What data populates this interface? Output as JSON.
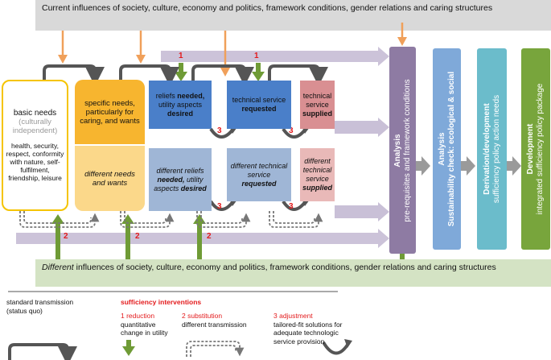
{
  "top_banner": "Current influences of society, culture, economy and politics, framework conditions, gender relations and caring structures",
  "bottom_banner_italic": "Different",
  "bottom_banner_rest": " influences of society, culture, economy and politics, framework conditions, gender relations and caring structures",
  "basic_needs": {
    "title": "basic needs",
    "subtitle": "(culturally independent)",
    "body": "health, security, respect, conformity with nature, self-fulfilment, friendship, leisure"
  },
  "specific_needs": "specific needs, particularly for caring, and wants",
  "different_needs": "different needs and wants",
  "reliefs": {
    "pre": "reliefs ",
    "b1": "needed,",
    "mid": " utility aspects ",
    "b2": "desired"
  },
  "tech_requested": {
    "pre": "technical service ",
    "b": "requested"
  },
  "tech_supplied": {
    "pre": "technical service ",
    "b": "supplied"
  },
  "diff_reliefs": {
    "pre": "different reliefs ",
    "b1": "needed,",
    "mid": " utility aspects ",
    "b2": "desired"
  },
  "diff_requested": {
    "pre": "different technical service ",
    "b": "requested"
  },
  "diff_supplied": {
    "pre": "different technical service ",
    "b": "supplied"
  },
  "analysis_pre": {
    "bold": "Analysis",
    "rest": "pre-requisites and framework conditions"
  },
  "analysis_sust": {
    "bold": "Analysis",
    "rest": "Sustainability check: ecological & social"
  },
  "derivation": {
    "bold": "Derivation/development",
    "rest": "sufficiency policy action needs"
  },
  "development": {
    "bold": "Development",
    "rest": "integrated sufficiency policy package"
  },
  "markers": {
    "one": "1",
    "two": "2",
    "three": "3"
  },
  "legend": {
    "standard": "standard transmission (status quo)",
    "title": "sufficiency interventions",
    "i1_label": "1 reduction",
    "i1_desc": "quantitative change in utility",
    "i2_label": "2 substitution",
    "i2_desc": "different transmission",
    "i3_label": "3 adjustment",
    "i3_desc": "tailored-fit solutions for adequate technologic service provision"
  },
  "colors": {
    "banner_top": "#d9d9d9",
    "banner_bottom": "#d4e3c4",
    "basic_border": "#f5c400",
    "specific": "#f7b52f",
    "different_needs": "#fbd88a",
    "blue_dark": "#4a7fc9",
    "blue_light": "#9fb6d6",
    "red_dark": "#d98f92",
    "red_light": "#e9b9b8",
    "purple": "#8e7ba3",
    "light_blue": "#7fa9d9",
    "teal": "#6bbccb",
    "green": "#78a53c",
    "orange_arrow": "#f0a05a",
    "green_arrow": "#6f9b36",
    "band": "#ccc3d9",
    "red_marker": "#e31a1c"
  }
}
